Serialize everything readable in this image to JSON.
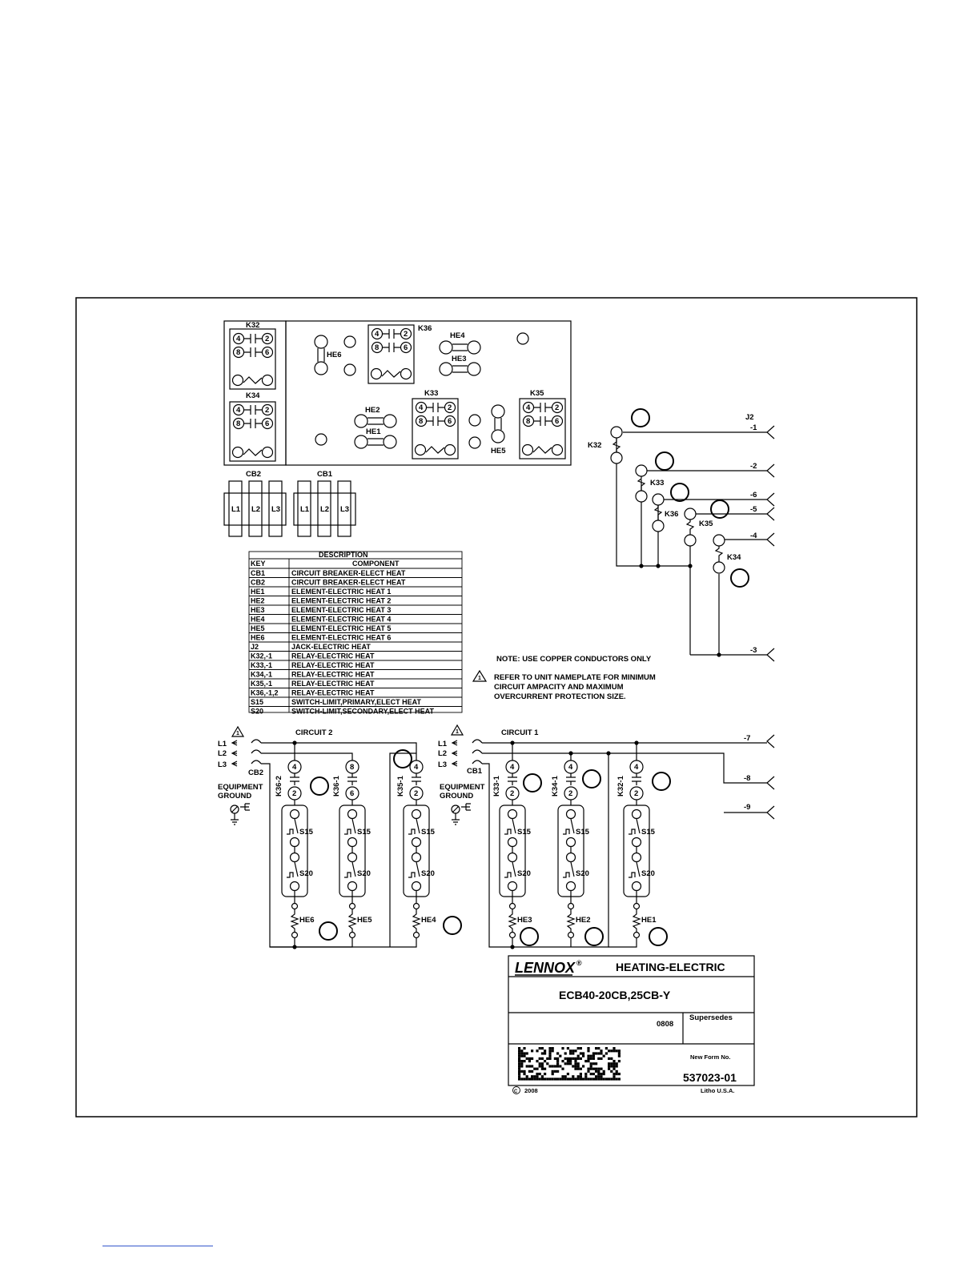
{
  "layout_labels": {
    "relay_k32": "K32",
    "relay_k34": "K34",
    "relay_k36": "K36",
    "relay_k33": "K33",
    "relay_k35": "K35",
    "contact_4": "4",
    "contact_2": "2",
    "contact_8": "8",
    "contact_6": "6",
    "he1": "HE1",
    "he2": "HE2",
    "he3": "HE3",
    "he4": "HE4",
    "he5": "HE5",
    "he6": "HE6",
    "cb1": "CB1",
    "cb2": "CB2",
    "l1": "L1",
    "l2": "L2",
    "l3": "L3"
  },
  "key_table": {
    "title": "DESCRIPTION",
    "col_key": "KEY",
    "col_component": "COMPONENT",
    "rows": [
      {
        "key": "CB1",
        "component": "CIRCUIT BREAKER-ELECT HEAT"
      },
      {
        "key": "CB2",
        "component": "CIRCUIT BREAKER-ELECT HEAT"
      },
      {
        "key": "HE1",
        "component": "ELEMENT-ELECTRIC HEAT 1"
      },
      {
        "key": "HE2",
        "component": "ELEMENT-ELECTRIC HEAT 2"
      },
      {
        "key": "HE3",
        "component": "ELEMENT-ELECTRIC HEAT 3"
      },
      {
        "key": "HE4",
        "component": "ELEMENT-ELECTRIC HEAT 4"
      },
      {
        "key": "HE5",
        "component": "ELEMENT-ELECTRIC HEAT 5"
      },
      {
        "key": "HE6",
        "component": "ELEMENT-ELECTRIC HEAT 6"
      },
      {
        "key": "J2",
        "component": "JACK-ELECTRIC HEAT"
      },
      {
        "key": "K32,-1",
        "component": "RELAY-ELECTRIC HEAT"
      },
      {
        "key": "K33,-1",
        "component": "RELAY-ELECTRIC HEAT"
      },
      {
        "key": "K34,-1",
        "component": "RELAY-ELECTRIC HEAT"
      },
      {
        "key": "K35,-1",
        "component": "RELAY-ELECTRIC HEAT"
      },
      {
        "key": "K36,-1,2",
        "component": "RELAY-ELECTRIC HEAT"
      },
      {
        "key": "S15",
        "component": "SWITCH-LIMIT,PRIMARY,ELECT HEAT"
      },
      {
        "key": "S20",
        "component": "SWITCH-LIMIT,SECONDARY,ELECT HEAT"
      }
    ]
  },
  "notes": {
    "copper": "NOTE: USE COPPER CONDUCTORS ONLY",
    "warning_symbol": "1",
    "nameplate_line1": "REFER TO UNIT NAMEPLATE FOR MINIMUM",
    "nameplate_line2": "CIRCUIT AMPACITY AND MAXIMUM",
    "nameplate_line3": "OVERCURRENT PROTECTION SIZE."
  },
  "jack": {
    "label": "J2",
    "pins": {
      "p1": "-1",
      "p2": "-2",
      "p6": "-6",
      "p5": "-5",
      "p4": "-4",
      "p3": "-3",
      "p7": "-7",
      "p8": "-8",
      "p9": "-9"
    }
  },
  "schematic": {
    "circuit1": "CIRCUIT 1",
    "circuit2": "CIRCUIT 2",
    "equipment": "EQUIPMENT",
    "ground": "GROUND",
    "k36_2": "K36-2",
    "k36_1": "K36-1",
    "k35_1": "K35-1",
    "k33_1": "K33-1",
    "k34_1": "K34-1",
    "k32_1": "K32-1",
    "s15": "S15",
    "s20": "S20"
  },
  "title_block": {
    "brand": "LENNOX",
    "registered": "®",
    "title": "HEATING-ELECTRIC",
    "model": "ECB40-20CB,25CB-Y",
    "date_code": "0808",
    "supersedes_label": "Supersedes",
    "new_form_label": "New Form No.",
    "form_number": "537023-01",
    "copyright_symbol": "C",
    "copyright_year": "2008",
    "litho": "Litho U.S.A."
  },
  "colors": {
    "ink": "#000000",
    "footnote_rule": "#3355cc"
  }
}
